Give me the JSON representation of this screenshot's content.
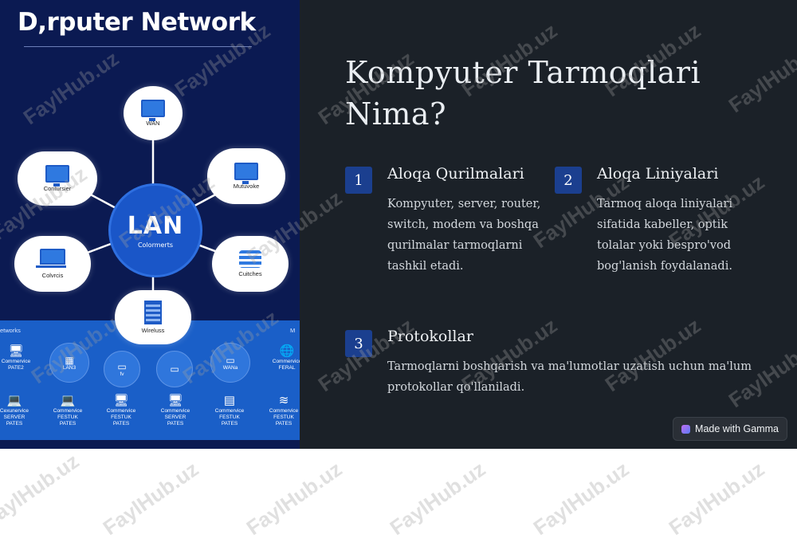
{
  "illustration": {
    "title": "D,rputer Network",
    "center": {
      "big": "LAN",
      "small": "Colormerts"
    },
    "nodes": [
      {
        "label": "WAN"
      },
      {
        "label": "Contursier"
      },
      {
        "label": "Mutuvoke"
      },
      {
        "label": "Colvrcis"
      },
      {
        "label": "Cuitches"
      },
      {
        "label": "Wireluss"
      }
    ],
    "band": {
      "left_label": "etworks",
      "right_label": "M",
      "circles": [
        {
          "label": "LAN3"
        },
        {
          "label": "fv"
        },
        {
          "label": ""
        },
        {
          "label": "WANa"
        }
      ],
      "top_devices": [
        {
          "label": "Commervice\nPATE2"
        },
        {
          "label": "Commervice\nFERAL"
        }
      ],
      "bottom_devices": [
        {
          "label": "Cexunervice\nSERVER\nPATES"
        },
        {
          "label": "Commervice\nFESTUK\nPATES"
        },
        {
          "label": "Commervice\nFESTUK\nPATES"
        },
        {
          "label": "Commervice\nSERVER\nPATES"
        },
        {
          "label": "Commervice\nFESTUK\nPATES"
        },
        {
          "label": "Commervice\nFESTUK\nPATES"
        }
      ]
    }
  },
  "content": {
    "heading": "Kompyuter Tarmoqlari Nima?",
    "items": [
      {
        "number": "1",
        "title": "Aloqa Qurilmalari",
        "body": "Kompyuter, server, router, switch, modem va boshqa qurilmalar tarmoqlarni tashkil etadi."
      },
      {
        "number": "2",
        "title": "Aloqa Liniyalari",
        "body": "Tarmoq aloqa liniyalari sifatida kabeller, optik tolalar yoki bespro'vod bog'lanish foydalanadi."
      },
      {
        "number": "3",
        "title": "Protokollar",
        "body": "Tarmoqlarni boshqarish va ma'lumotlar uzatish uchun ma'lum protokollar qo'llaniladi."
      }
    ]
  },
  "badge": {
    "label": "Made with Gamma"
  },
  "watermark": {
    "text": "FaylHub.uz"
  }
}
